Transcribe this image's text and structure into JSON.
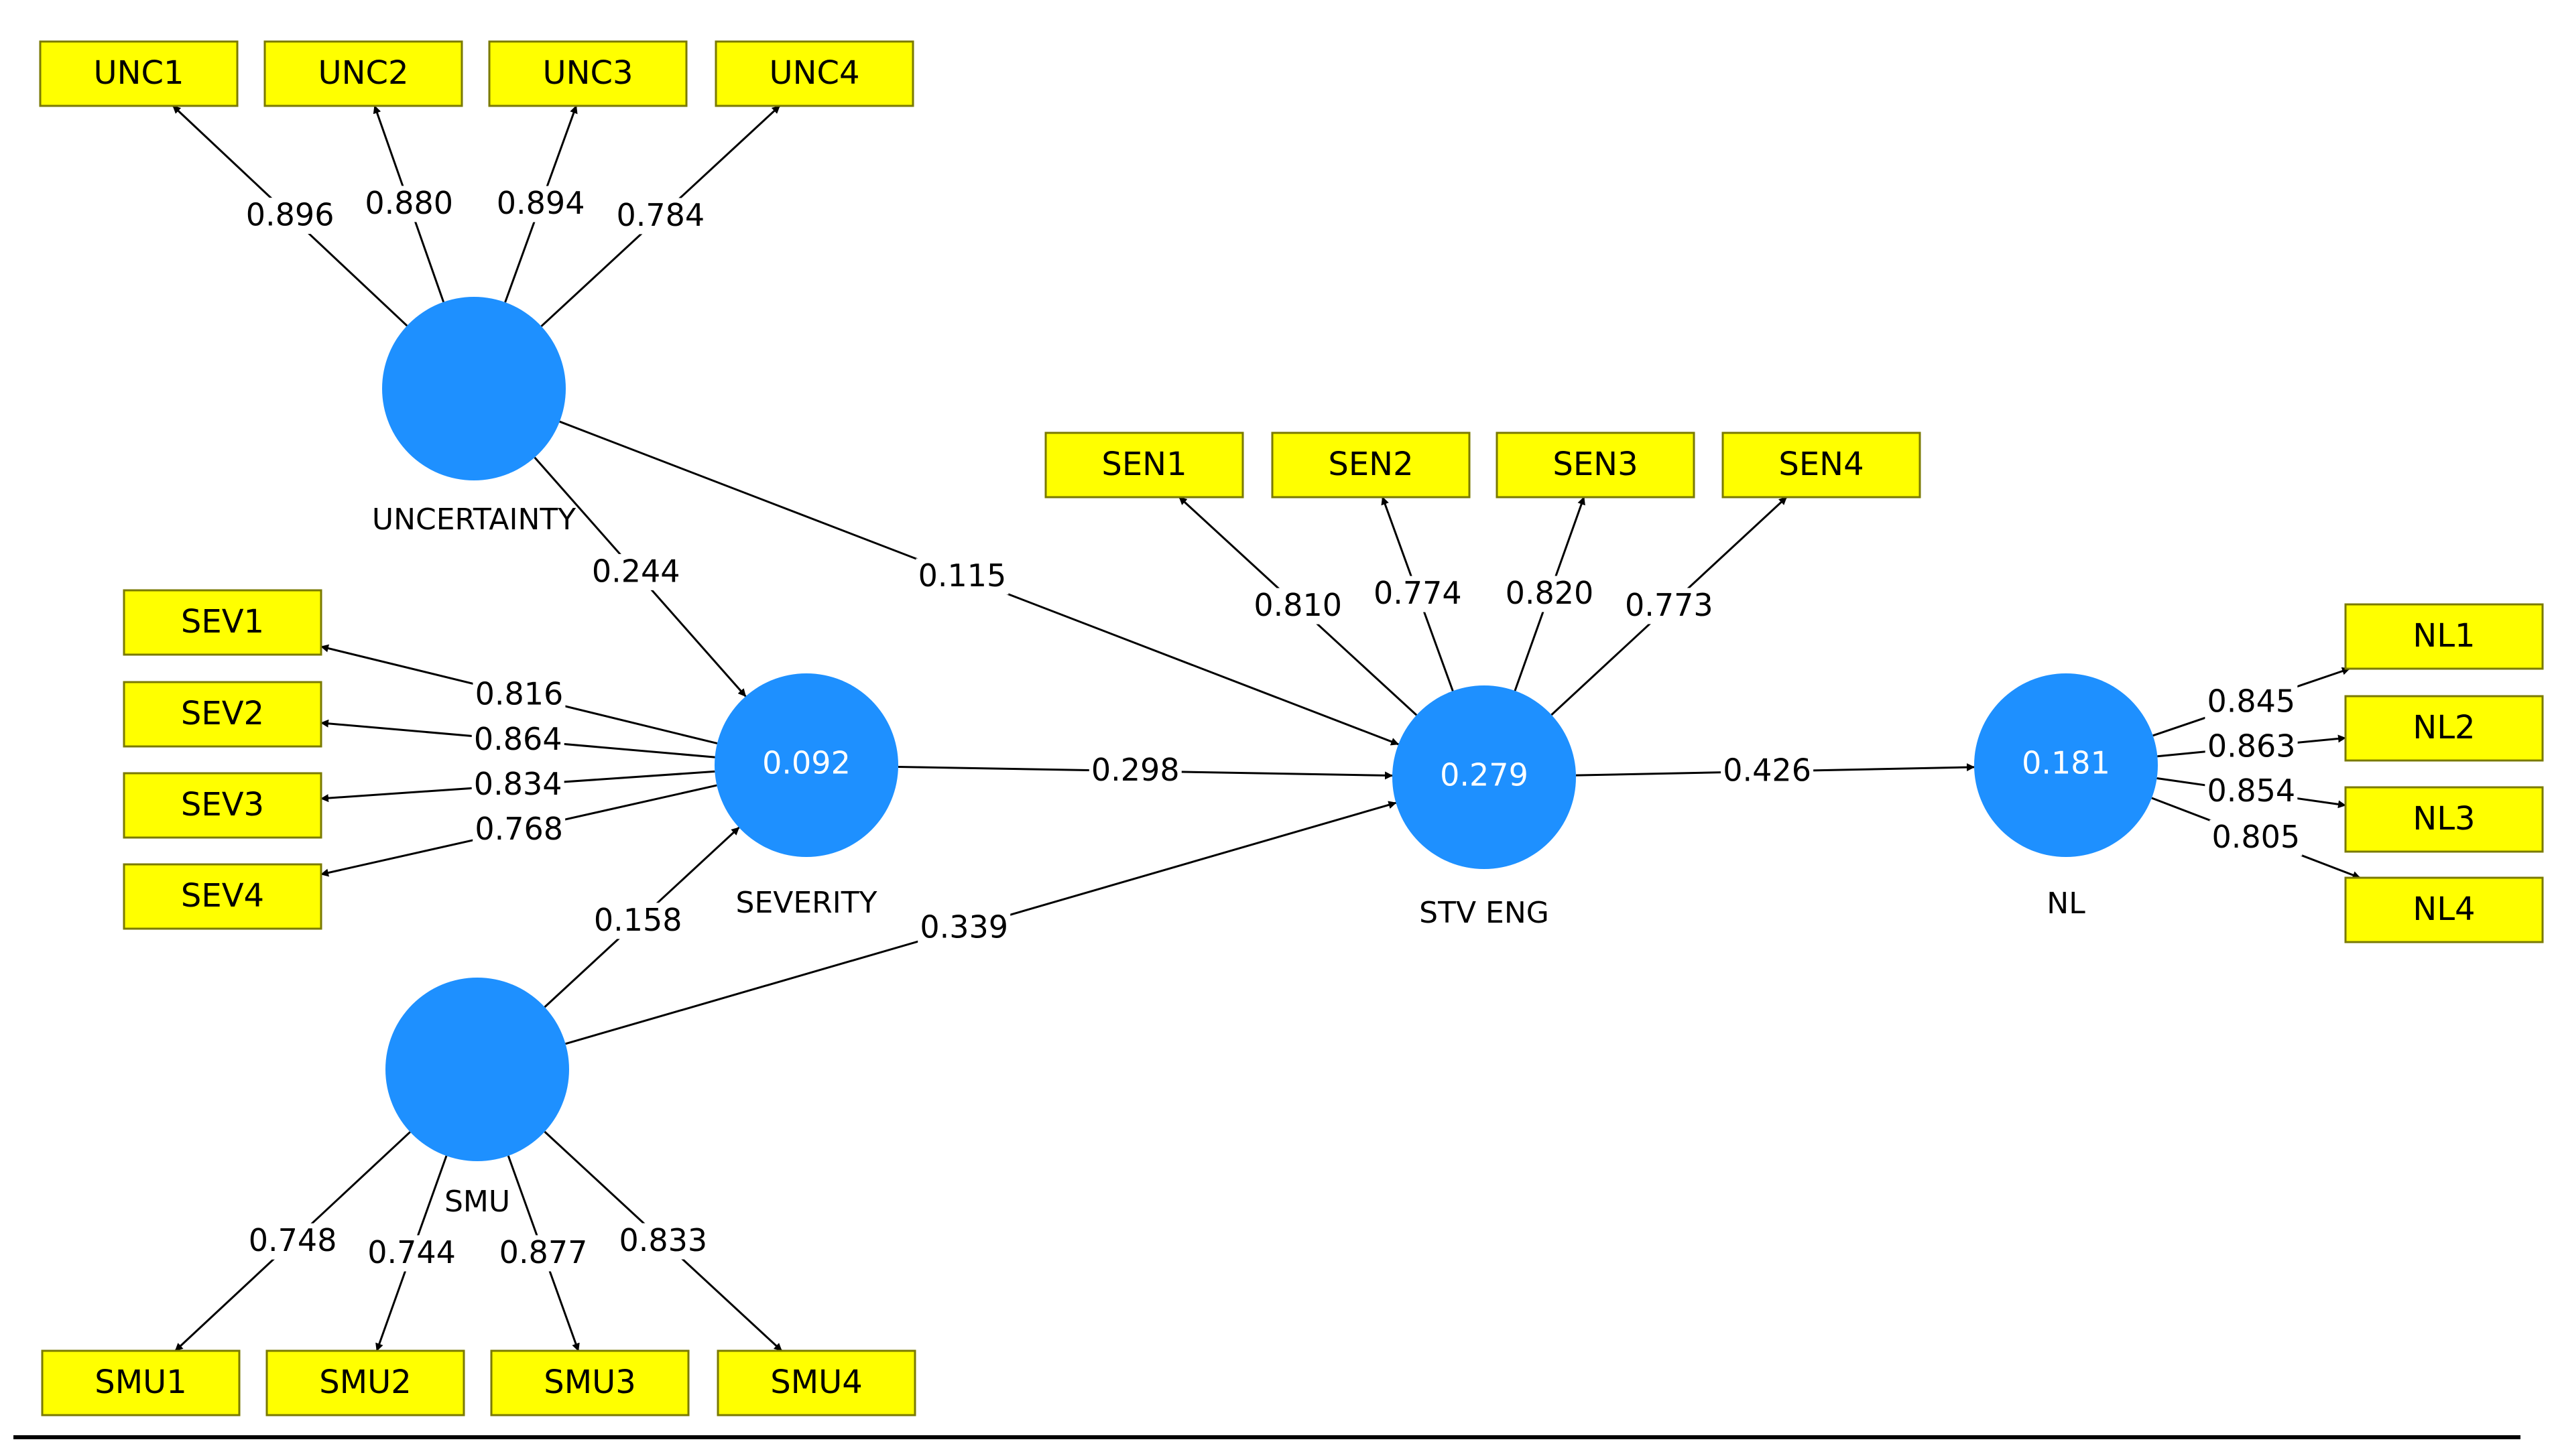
{
  "latents": [
    {
      "id": "UNCERTAINTY",
      "label": "UNCERTAINTY",
      "r2": ""
    },
    {
      "id": "SEVERITY",
      "label": "SEVERITY",
      "r2": "0.092"
    },
    {
      "id": "SMU",
      "label": "SMU",
      "r2": ""
    },
    {
      "id": "STV_ENG",
      "label": "STV ENG",
      "r2": "0.279"
    },
    {
      "id": "NL",
      "label": "NL",
      "r2": "0.181"
    }
  ],
  "indicators": [
    {
      "id": "UNC1",
      "label": "UNC1"
    },
    {
      "id": "UNC2",
      "label": "UNC2"
    },
    {
      "id": "UNC3",
      "label": "UNC3"
    },
    {
      "id": "UNC4",
      "label": "UNC4"
    },
    {
      "id": "SEV1",
      "label": "SEV1"
    },
    {
      "id": "SEV2",
      "label": "SEV2"
    },
    {
      "id": "SEV3",
      "label": "SEV3"
    },
    {
      "id": "SEV4",
      "label": "SEV4"
    },
    {
      "id": "SMU1",
      "label": "SMU1"
    },
    {
      "id": "SMU2",
      "label": "SMU2"
    },
    {
      "id": "SMU3",
      "label": "SMU3"
    },
    {
      "id": "SMU4",
      "label": "SMU4"
    },
    {
      "id": "SEN1",
      "label": "SEN1"
    },
    {
      "id": "SEN2",
      "label": "SEN2"
    },
    {
      "id": "SEN3",
      "label": "SEN3"
    },
    {
      "id": "SEN4",
      "label": "SEN4"
    },
    {
      "id": "NL1",
      "label": "NL1"
    },
    {
      "id": "NL2",
      "label": "NL2"
    },
    {
      "id": "NL3",
      "label": "NL3"
    },
    {
      "id": "NL4",
      "label": "NL4"
    }
  ],
  "loadings": [
    {
      "from": "UNCERTAINTY",
      "to": "UNC1",
      "value": "0.896"
    },
    {
      "from": "UNCERTAINTY",
      "to": "UNC2",
      "value": "0.880"
    },
    {
      "from": "UNCERTAINTY",
      "to": "UNC3",
      "value": "0.894"
    },
    {
      "from": "UNCERTAINTY",
      "to": "UNC4",
      "value": "0.784"
    },
    {
      "from": "SEVERITY",
      "to": "SEV1",
      "value": "0.816"
    },
    {
      "from": "SEVERITY",
      "to": "SEV2",
      "value": "0.864"
    },
    {
      "from": "SEVERITY",
      "to": "SEV3",
      "value": "0.834"
    },
    {
      "from": "SEVERITY",
      "to": "SEV4",
      "value": "0.768"
    },
    {
      "from": "SMU",
      "to": "SMU1",
      "value": "0.748"
    },
    {
      "from": "SMU",
      "to": "SMU2",
      "value": "0.744"
    },
    {
      "from": "SMU",
      "to": "SMU3",
      "value": "0.877"
    },
    {
      "from": "SMU",
      "to": "SMU4",
      "value": "0.833"
    },
    {
      "from": "STV_ENG",
      "to": "SEN1",
      "value": "0.810"
    },
    {
      "from": "STV_ENG",
      "to": "SEN2",
      "value": "0.774"
    },
    {
      "from": "STV_ENG",
      "to": "SEN3",
      "value": "0.820"
    },
    {
      "from": "STV_ENG",
      "to": "SEN4",
      "value": "0.773"
    },
    {
      "from": "NL",
      "to": "NL1",
      "value": "0.845"
    },
    {
      "from": "NL",
      "to": "NL2",
      "value": "0.863"
    },
    {
      "from": "NL",
      "to": "NL3",
      "value": "0.854"
    },
    {
      "from": "NL",
      "to": "NL4",
      "value": "0.805"
    }
  ],
  "paths": [
    {
      "from": "UNCERTAINTY",
      "to": "SEVERITY",
      "value": "0.244"
    },
    {
      "from": "UNCERTAINTY",
      "to": "STV_ENG",
      "value": "0.115"
    },
    {
      "from": "SEVERITY",
      "to": "STV_ENG",
      "value": "0.298"
    },
    {
      "from": "SMU",
      "to": "SEVERITY",
      "value": "0.158"
    },
    {
      "from": "SMU",
      "to": "STV_ENG",
      "value": "0.339"
    },
    {
      "from": "STV_ENG",
      "to": "NL",
      "value": "0.426"
    }
  ],
  "colors": {
    "latent_fill": "#1e90ff",
    "indicator_fill": "#ffff00",
    "line": "#000000"
  }
}
